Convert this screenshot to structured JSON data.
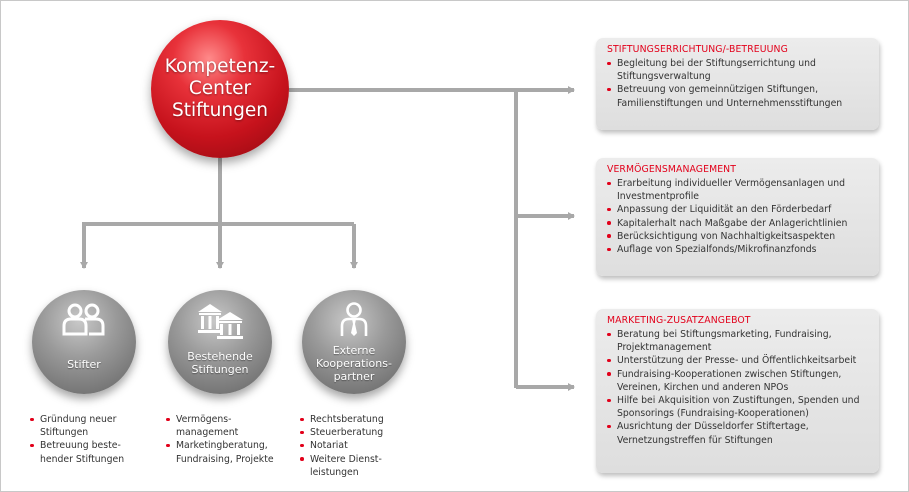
{
  "colors": {
    "accent": "#e2001a",
    "connector": "#a8a8a8",
    "box_bg": "#e4e4e4",
    "node_gray": "#8a8a8a"
  },
  "hub": {
    "lines": [
      "Kompetenz-",
      "Center",
      "Stiftungen"
    ]
  },
  "nodes": [
    {
      "icon": "people-icon",
      "lines": [
        "Stifter"
      ],
      "items": [
        "Gründung neuer Stiftungen",
        "Betreuung beste- hender Stiftungen"
      ]
    },
    {
      "icon": "buildings-icon",
      "lines": [
        "Bestehende",
        "Stiftungen"
      ],
      "items": [
        "Vermögens- management",
        "Marketingberatung, Fundraising, Projekte"
      ]
    },
    {
      "icon": "businessman-icon",
      "lines": [
        "Externe",
        "Kooperations-",
        "partner"
      ],
      "items": [
        "Rechtsberatung",
        "Steuerberatung",
        "Notariat",
        "Weitere Dienst- leistungen"
      ]
    }
  ],
  "boxes": [
    {
      "title": "STIFTUNGSERRICHTUNG/-BETREUUNG",
      "items": [
        "Begleitung bei der Stiftungserrichtung und Stiftungsverwaltung",
        "Betreuung von gemeinnützigen Stiftungen, Familienstiftungen und Unternehmensstiftungen"
      ]
    },
    {
      "title": "VERMÖGENSMANAGEMENT",
      "items": [
        "Erarbeitung individueller Vermögensanlagen und Investmentprofile",
        "Anpassung der Liquidität an den Förderbedarf",
        "Kapitalerhalt nach Maßgabe der Anlagerichtlinien",
        "Berücksichtigung von Nachhaltigkeitsaspekten",
        "Auflage von Spezialfonds/Mikrofinanzfonds"
      ]
    },
    {
      "title": "MARKETING-ZUSATZANGEBOT",
      "items": [
        "Beratung bei Stiftungsmarketing, Fundraising, Projektmanagement",
        "Unterstützung der Presse- und Öffentlichkeitsarbeit",
        "Fundraising-Kooperationen zwischen Stiftungen, Vereinen, Kirchen und anderen NPOs",
        "Hilfe bei Akquisition von Zustiftungen, Spenden und Sponsorings (Fundraising-Kooperationen)",
        "Ausrichtung der Düsseldorfer Stiftertage, Vernetzungstreffen für Stiftungen"
      ]
    }
  ]
}
